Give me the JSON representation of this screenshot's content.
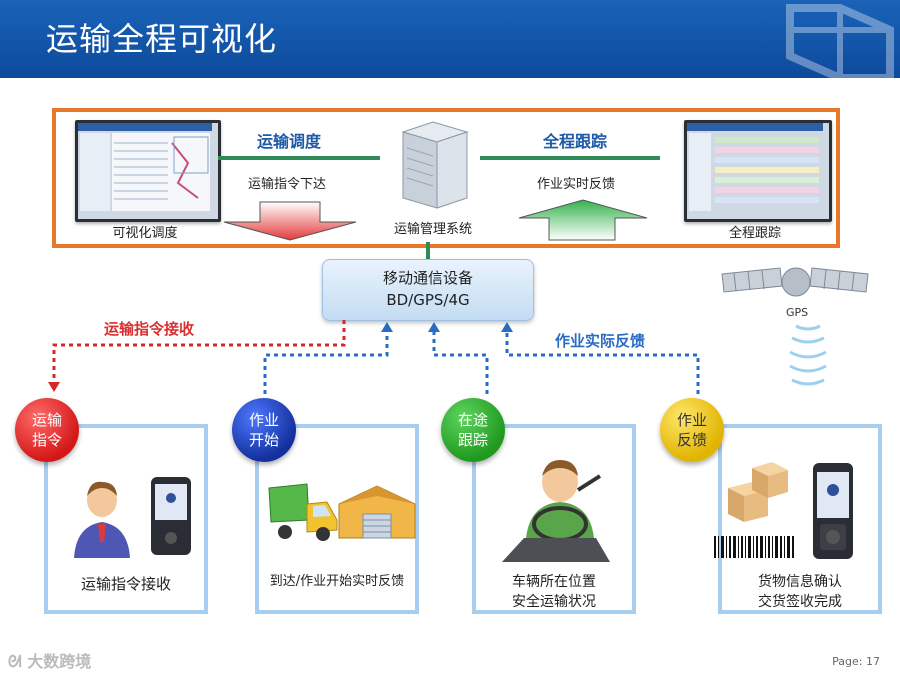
{
  "header": {
    "title": "运输全程可视化"
  },
  "top": {
    "left_monitor_label": "可视化调度",
    "right_monitor_label": "全程跟踪",
    "server_label": "运输管理系统",
    "dispatch_title": "运输调度",
    "dispatch_sub": "运输指令下达",
    "tracking_title": "全程跟踪",
    "tracking_sub": "作业实时反馈"
  },
  "comm": {
    "line1": "移动通信设备",
    "line2": "BD/GPS/4G"
  },
  "flows": {
    "receive": "运输指令接收",
    "feedback": "作业实际反馈"
  },
  "gps_label": "GPS",
  "stages": [
    {
      "badge_l1": "运输",
      "badge_l2": "指令",
      "text_l1": "运输指令接收",
      "text_l2": ""
    },
    {
      "badge_l1": "作业",
      "badge_l2": "开始",
      "text_l1": "到达/作业开始实时反馈",
      "text_l2": ""
    },
    {
      "badge_l1": "在途",
      "badge_l2": "跟踪",
      "text_l1": "车辆所在位置",
      "text_l2": "安全运输状况"
    },
    {
      "badge_l1": "作业",
      "badge_l2": "反馈",
      "text_l1": "货物信息确认",
      "text_l2": "交货签收完成"
    }
  ],
  "footer": {
    "page": "Page: 17",
    "brand": "大数跨境"
  }
}
